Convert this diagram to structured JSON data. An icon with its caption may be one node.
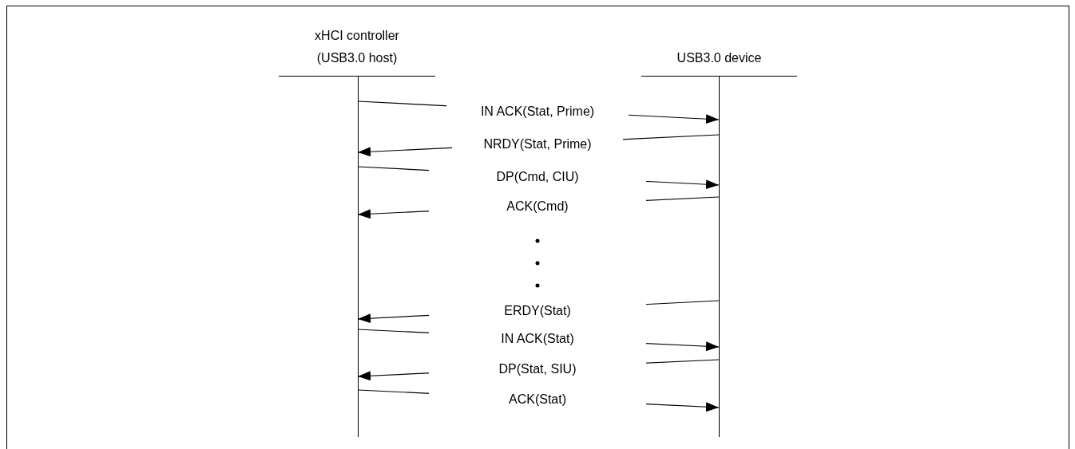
{
  "diagram": {
    "nodes": [
      {
        "text": [
          "xHCI controller (USB3.0 host)"
        ]
      },
      {
        "text": [
          "USB3.0 device"
        ]
      },
      {
        "text": [],
        "shape": "bar"
      },
      {
        "text": [],
        "shape": "bar"
      }
    ],
    "edges": [
      {
        "from": 2,
        "to": 3,
        "arrow": "to",
        "label": "IN ACK(Stat, Prime)"
      },
      {
        "from": 3,
        "to": 2,
        "arrow": "to",
        "label": "NRDY(Stat, Prime)"
      },
      {
        "from": 2,
        "to": 3,
        "arrow": "to",
        "label": "DP(Cmd, CIU)"
      },
      {
        "from": 3,
        "to": 2,
        "arrow": "to",
        "label": "ACK(Cmd)"
      },
      {
        "from": 3,
        "to": 2,
        "arrow": "to",
        "label": "ERDY(Stat)"
      },
      {
        "from": 2,
        "to": 3,
        "arrow": "to",
        "label": "IN ACK(Stat)"
      },
      {
        "from": 3,
        "to": 2,
        "arrow": "to",
        "label": "DP(Stat, SIU)"
      },
      {
        "from": 2,
        "to": 3,
        "arrow": "to",
        "label": "ACK(Stat)"
      }
    ]
  }
}
